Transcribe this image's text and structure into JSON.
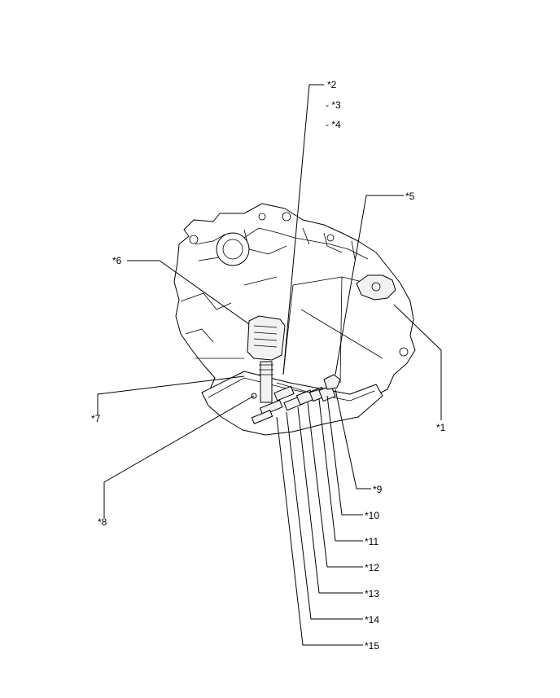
{
  "labels": {
    "l1": "*1",
    "l2": "*2",
    "l3": "- *3",
    "l4": "- *4",
    "l5": "*5",
    "l6": "*6",
    "l7": "*7",
    "l8": "*8",
    "l9": "*9",
    "l10": "*10",
    "l11": "*11",
    "l12": "*12",
    "l13": "*13",
    "l14": "*14",
    "l15": "*15"
  }
}
